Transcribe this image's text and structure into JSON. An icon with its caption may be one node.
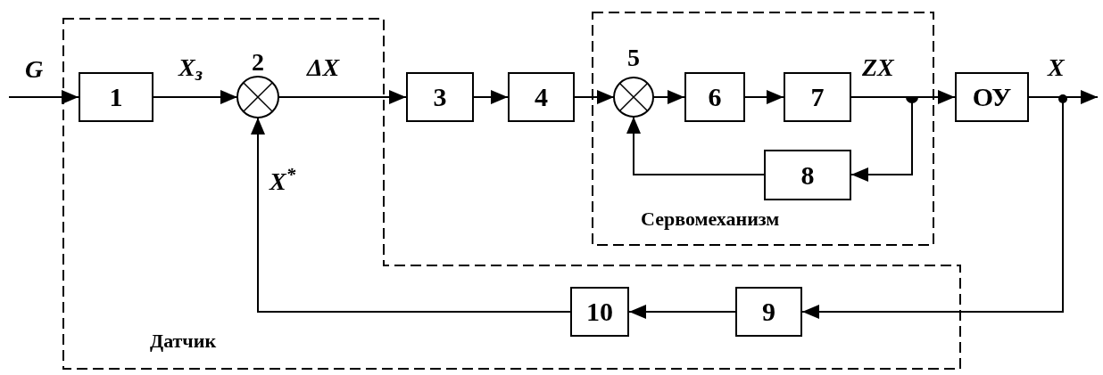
{
  "diagram": {
    "nodes": [
      {
        "text": [
          "Датчик"
        ]
      },
      {
        "text": [
          "1"
        ],
        "in": 0
      },
      {
        "text": [
          "2"
        ],
        "in": 0
      },
      {
        "text": [
          "3"
        ]
      },
      {
        "text": [
          "4"
        ]
      },
      {
        "text": [
          "Сервомеханизм"
        ]
      },
      {
        "text": [
          "5"
        ],
        "in": 5
      },
      {
        "text": [
          "6"
        ],
        "in": 5
      },
      {
        "text": [
          "7"
        ],
        "in": 5
      },
      {
        "text": [
          "8"
        ],
        "in": 5
      },
      {
        "text": [
          "ОУ"
        ]
      },
      {
        "text": [
          "9"
        ],
        "in": 0
      },
      {
        "text": [
          "10"
        ],
        "in": 0
      }
    ],
    "edges": [
      {
        "from": null,
        "to": 1,
        "arrow": "to",
        "label": "G"
      },
      {
        "from": 1,
        "to": 2,
        "arrow": "to",
        "label": "X$_{з}$"
      },
      {
        "from": 2,
        "to": 3,
        "arrow": "to",
        "label": "ΔX"
      },
      {
        "from": 3,
        "to": 4,
        "arrow": "to"
      },
      {
        "from": 4,
        "to": 6,
        "arrow": "to"
      },
      {
        "from": 6,
        "to": 7,
        "arrow": "to"
      },
      {
        "from": 7,
        "to": 8,
        "arrow": "to"
      },
      {
        "from": 8,
        "to": 10,
        "arrow": "to",
        "label": "ZX"
      },
      {
        "from": 8,
        "to": 9,
        "arrow": "to"
      },
      {
        "from": 9,
        "to": 6,
        "arrow": "to"
      },
      {
        "from": 10,
        "to": null,
        "arrow": "to",
        "label": "X"
      },
      {
        "from": 10,
        "to": 11,
        "arrow": "to"
      },
      {
        "from": 11,
        "to": 12,
        "arrow": "to"
      },
      {
        "from": 12,
        "to": 2,
        "arrow": "to",
        "label": "X$^{*}$"
      }
    ]
  }
}
